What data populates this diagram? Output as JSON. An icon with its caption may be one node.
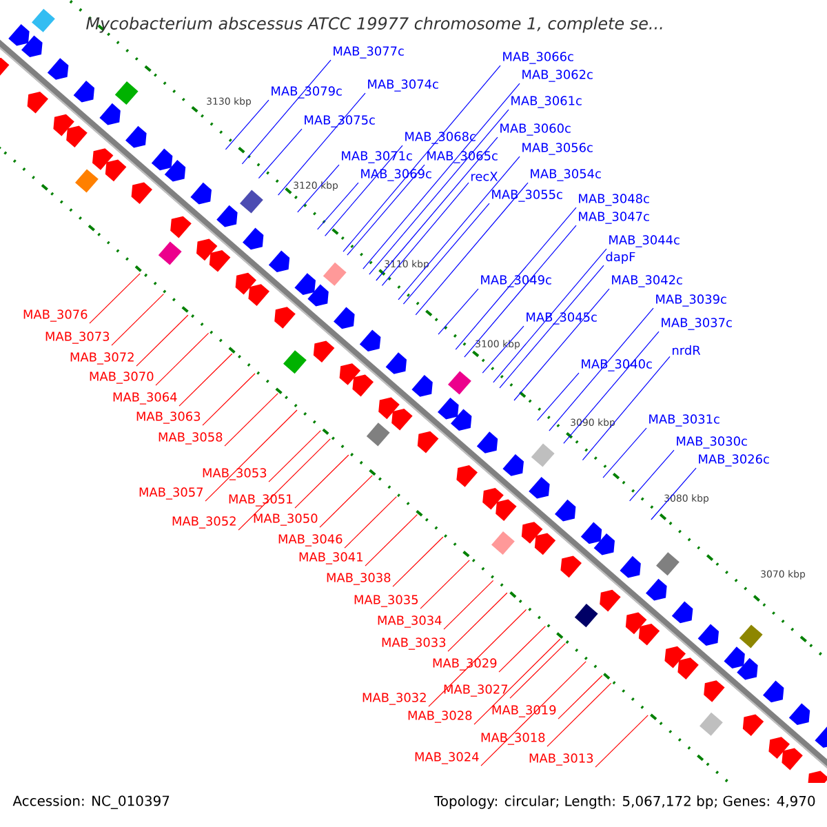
{
  "diagram": {
    "title": "Mycobacterium abscessus ATCC 19977 chromosome 1, complete se...",
    "nodes": [
      {
        "text": [
          "MAB_3077c"
        ]
      },
      {
        "text": [
          "MAB_3079c"
        ]
      },
      {
        "text": [
          "MAB_3074c"
        ]
      },
      {
        "text": [
          "MAB_3075c"
        ]
      },
      {
        "text": [
          "MAB_3066c"
        ]
      },
      {
        "text": [
          "MAB_3062c"
        ]
      },
      {
        "text": [
          "MAB_3061c"
        ]
      },
      {
        "text": [
          "MAB_3068c"
        ]
      },
      {
        "text": [
          "MAB_3060c"
        ]
      },
      {
        "text": [
          "MAB_3071c"
        ]
      },
      {
        "text": [
          "MAB_3065c"
        ]
      },
      {
        "text": [
          "MAB_3056c"
        ]
      },
      {
        "text": [
          "MAB_3069c"
        ]
      },
      {
        "text": [
          "recX"
        ]
      },
      {
        "text": [
          "MAB_3054c"
        ]
      },
      {
        "text": [
          "MAB_3055c"
        ]
      },
      {
        "text": [
          "MAB_3048c"
        ]
      },
      {
        "text": [
          "MAB_3047c"
        ]
      },
      {
        "text": [
          "MAB_3044c"
        ]
      },
      {
        "text": [
          "dapF"
        ]
      },
      {
        "text": [
          "MAB_3042c"
        ]
      },
      {
        "text": [
          "MAB_3049c"
        ]
      },
      {
        "text": [
          "MAB_3039c"
        ]
      },
      {
        "text": [
          "MAB_3045c"
        ]
      },
      {
        "text": [
          "MAB_3037c"
        ]
      },
      {
        "text": [
          "nrdR"
        ]
      },
      {
        "text": [
          "MAB_3040c"
        ]
      },
      {
        "text": [
          "MAB_3031c"
        ]
      },
      {
        "text": [
          "MAB_3030c"
        ]
      },
      {
        "text": [
          "MAB_3026c"
        ]
      },
      {
        "text": [
          "MAB_3076"
        ]
      },
      {
        "text": [
          "MAB_3073"
        ]
      },
      {
        "text": [
          "MAB_3072"
        ]
      },
      {
        "text": [
          "MAB_3070"
        ]
      },
      {
        "text": [
          "MAB_3064"
        ]
      },
      {
        "text": [
          "MAB_3063"
        ]
      },
      {
        "text": [
          "MAB_3058"
        ]
      },
      {
        "text": [
          "MAB_3053"
        ]
      },
      {
        "text": [
          "MAB_3057"
        ]
      },
      {
        "text": [
          "MAB_3051"
        ]
      },
      {
        "text": [
          "MAB_3052"
        ]
      },
      {
        "text": [
          "MAB_3050"
        ]
      },
      {
        "text": [
          "MAB_3046"
        ]
      },
      {
        "text": [
          "MAB_3041"
        ]
      },
      {
        "text": [
          "MAB_3038"
        ]
      },
      {
        "text": [
          "MAB_3035"
        ]
      },
      {
        "text": [
          "MAB_3034"
        ]
      },
      {
        "text": [
          "MAB_3033"
        ]
      },
      {
        "text": [
          "MAB_3029"
        ]
      },
      {
        "text": [
          "MAB_3032"
        ]
      },
      {
        "text": [
          "MAB_3027"
        ]
      },
      {
        "text": [
          "MAB_3028"
        ]
      },
      {
        "text": [
          "MAB_3019"
        ]
      },
      {
        "text": [
          "MAB_3018"
        ]
      },
      {
        "text": [
          "MAB_3024"
        ]
      },
      {
        "text": [
          "MAB_3013"
        ]
      }
    ],
    "edges": [
      {
        "from": 0,
        "to": null,
        "arrow": "none",
        "color": "#0000ff"
      },
      {
        "from": 1,
        "to": null,
        "arrow": "none",
        "color": "#0000ff"
      },
      {
        "from": 2,
        "to": null,
        "arrow": "none",
        "color": "#0000ff"
      },
      {
        "from": 3,
        "to": null,
        "arrow": "none",
        "color": "#0000ff"
      },
      {
        "from": 4,
        "to": null,
        "arrow": "none",
        "color": "#0000ff"
      },
      {
        "from": 5,
        "to": null,
        "arrow": "none",
        "color": "#0000ff"
      },
      {
        "from": 6,
        "to": null,
        "arrow": "none",
        "color": "#0000ff"
      },
      {
        "from": 7,
        "to": null,
        "arrow": "none",
        "color": "#0000ff"
      },
      {
        "from": 8,
        "to": null,
        "arrow": "none",
        "color": "#0000ff"
      },
      {
        "from": 9,
        "to": null,
        "arrow": "none",
        "color": "#0000ff"
      },
      {
        "from": 10,
        "to": null,
        "arrow": "none",
        "color": "#0000ff"
      },
      {
        "from": 11,
        "to": null,
        "arrow": "none",
        "color": "#0000ff"
      },
      {
        "from": 12,
        "to": null,
        "arrow": "none",
        "color": "#0000ff"
      },
      {
        "from": 13,
        "to": null,
        "arrow": "none",
        "color": "#0000ff"
      },
      {
        "from": 14,
        "to": null,
        "arrow": "none",
        "color": "#0000ff"
      },
      {
        "from": 15,
        "to": null,
        "arrow": "none",
        "color": "#0000ff"
      },
      {
        "from": 16,
        "to": null,
        "arrow": "none",
        "color": "#0000ff"
      },
      {
        "from": 17,
        "to": null,
        "arrow": "none",
        "color": "#0000ff"
      },
      {
        "from": 18,
        "to": null,
        "arrow": "none",
        "color": "#0000ff"
      },
      {
        "from": 19,
        "to": null,
        "arrow": "none",
        "color": "#0000ff"
      },
      {
        "from": 20,
        "to": null,
        "arrow": "none",
        "color": "#0000ff"
      },
      {
        "from": 21,
        "to": null,
        "arrow": "none",
        "color": "#0000ff"
      },
      {
        "from": 22,
        "to": null,
        "arrow": "none",
        "color": "#0000ff"
      },
      {
        "from": 23,
        "to": null,
        "arrow": "none",
        "color": "#0000ff"
      },
      {
        "from": 24,
        "to": null,
        "arrow": "none",
        "color": "#0000ff"
      },
      {
        "from": 25,
        "to": null,
        "arrow": "none",
        "color": "#0000ff"
      },
      {
        "from": 26,
        "to": null,
        "arrow": "none",
        "color": "#0000ff"
      },
      {
        "from": 27,
        "to": null,
        "arrow": "none",
        "color": "#0000ff"
      },
      {
        "from": 28,
        "to": null,
        "arrow": "none",
        "color": "#0000ff"
      },
      {
        "from": 29,
        "to": null,
        "arrow": "none",
        "color": "#0000ff"
      },
      {
        "from": 30,
        "to": null,
        "arrow": "none",
        "color": "#ff0000"
      },
      {
        "from": 31,
        "to": null,
        "arrow": "none",
        "color": "#ff0000"
      },
      {
        "from": 32,
        "to": null,
        "arrow": "none",
        "color": "#ff0000"
      },
      {
        "from": 33,
        "to": null,
        "arrow": "none",
        "color": "#ff0000"
      },
      {
        "from": 34,
        "to": null,
        "arrow": "none",
        "color": "#ff0000"
      },
      {
        "from": 35,
        "to": null,
        "arrow": "none",
        "color": "#ff0000"
      },
      {
        "from": 36,
        "to": null,
        "arrow": "none",
        "color": "#ff0000"
      },
      {
        "from": 37,
        "to": null,
        "arrow": "none",
        "color": "#ff0000"
      },
      {
        "from": 38,
        "to": null,
        "arrow": "none",
        "color": "#ff0000"
      },
      {
        "from": 39,
        "to": null,
        "arrow": "none",
        "color": "#ff0000"
      },
      {
        "from": 40,
        "to": null,
        "arrow": "none",
        "color": "#ff0000"
      },
      {
        "from": 41,
        "to": null,
        "arrow": "none",
        "color": "#ff0000"
      },
      {
        "from": 42,
        "to": null,
        "arrow": "none",
        "color": "#ff0000"
      },
      {
        "from": 43,
        "to": null,
        "arrow": "none",
        "color": "#ff0000"
      },
      {
        "from": 44,
        "to": null,
        "arrow": "none",
        "color": "#ff0000"
      },
      {
        "from": 45,
        "to": null,
        "arrow": "none",
        "color": "#ff0000"
      },
      {
        "from": 46,
        "to": null,
        "arrow": "none",
        "color": "#ff0000"
      },
      {
        "from": 47,
        "to": null,
        "arrow": "none",
        "color": "#ff0000"
      },
      {
        "from": 48,
        "to": null,
        "arrow": "none",
        "color": "#ff0000"
      },
      {
        "from": 49,
        "to": null,
        "arrow": "none",
        "color": "#ff0000"
      },
      {
        "from": 50,
        "to": null,
        "arrow": "none",
        "color": "#ff0000"
      },
      {
        "from": 51,
        "to": null,
        "arrow": "none",
        "color": "#ff0000"
      },
      {
        "from": 52,
        "to": null,
        "arrow": "none",
        "color": "#ff0000"
      },
      {
        "from": 53,
        "to": null,
        "arrow": "none",
        "color": "#ff0000"
      },
      {
        "from": 54,
        "to": null,
        "arrow": "none",
        "color": "#ff0000"
      },
      {
        "from": 55,
        "to": null,
        "arrow": "none",
        "color": "#ff0000"
      }
    ],
    "labels": [
      "3130 kbp",
      "3120 kbp",
      "3110 kbp",
      "3100 kbp",
      "3090 kbp",
      "3080 kbp",
      "3070 kbp",
      "Accession: NC_010397",
      "Topology: circular; Length: 5,067,172 bp; Genes: 4,970"
    ]
  }
}
